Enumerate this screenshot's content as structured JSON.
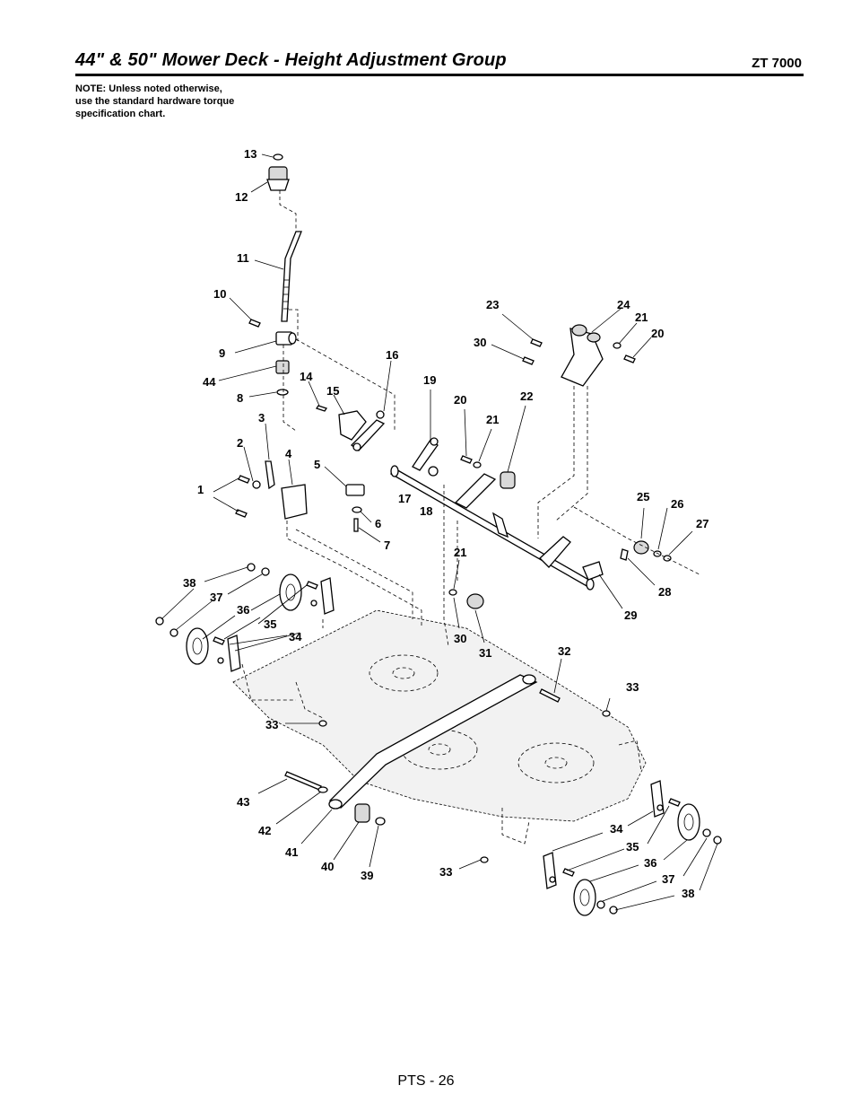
{
  "header": {
    "title": "44\" & 50\" Mower Deck - Height Adjustment Group",
    "model": "ZT 7000"
  },
  "note": {
    "line1": "NOTE: Unless noted otherwise,",
    "line2": "use the standard hardware torque",
    "line3": "specification chart."
  },
  "footer": {
    "page": "PTS - 26"
  },
  "callouts": {
    "c13": "13",
    "c12": "12",
    "c11": "11",
    "c10": "10",
    "c9": "9",
    "c44": "44",
    "c8": "8",
    "c14": "14",
    "c15": "15",
    "c16": "16",
    "c3": "3",
    "c2": "2",
    "c4": "4",
    "c5": "5",
    "c1": "1",
    "c6": "6",
    "c7": "7",
    "c17": "17",
    "c18": "18",
    "c19": "19",
    "c20a": "20",
    "c21a": "21",
    "c22": "22",
    "c23": "23",
    "c30a": "30",
    "c24": "24",
    "c21b": "21",
    "c20b": "20",
    "c25": "25",
    "c26": "26",
    "c27": "27",
    "c28": "28",
    "c29": "29",
    "c21c": "21",
    "c30b": "30",
    "c31": "31",
    "c32": "32",
    "c33a": "33",
    "c33b": "33",
    "c33c": "33",
    "c38a": "38",
    "c37a": "37",
    "c36a": "36",
    "c35a": "35",
    "c34a": "34",
    "c43": "43",
    "c42": "42",
    "c41": "41",
    "c40": "40",
    "c39": "39",
    "c34b": "34",
    "c35b": "35",
    "c36b": "36",
    "c37b": "37",
    "c38b": "38"
  }
}
